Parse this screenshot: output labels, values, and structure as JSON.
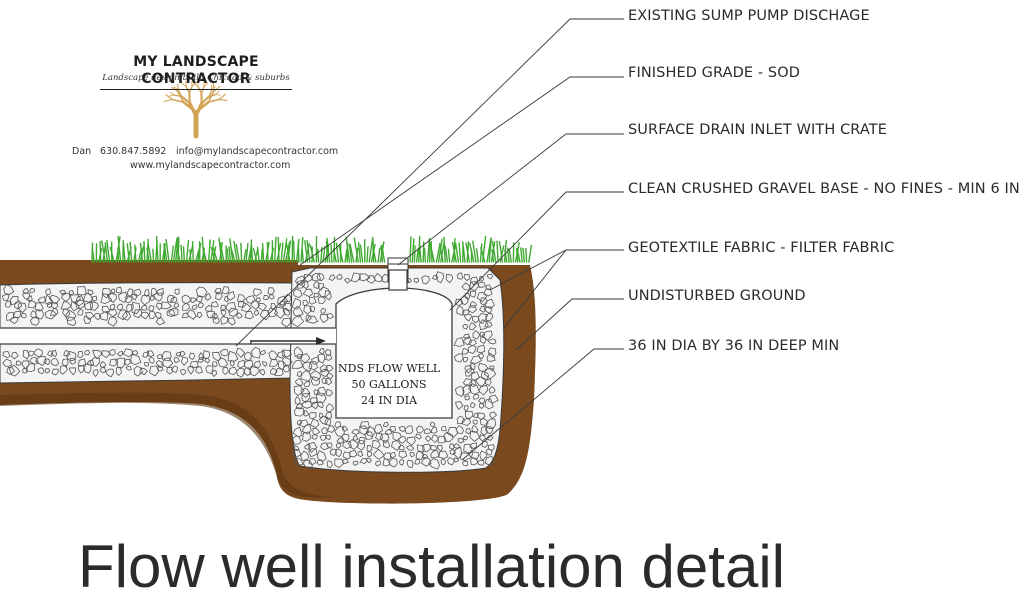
{
  "logo": {
    "name": "MY LANDSCAPE CONTRACTOR",
    "tagline": "Landscape design/build Chicago & suburbs",
    "contact_name": "Dan",
    "phone": "630.847.5892",
    "email": "info@mylandscapecontractor.com",
    "website": "www.mylandscapecontractor.com"
  },
  "callouts": [
    "EXISTING SUMP PUMP DISCHAGE",
    "FINISHED GRADE - SOD",
    "SURFACE DRAIN INLET WITH CRATE",
    "CLEAN CRUSHED GRAVEL BASE - NO FINES - MIN 6 IN",
    "GEOTEXTILE FABRIC - FILTER FABRIC",
    "UNDISTURBED GROUND",
    "36 IN DIA BY 36 IN DEEP MIN"
  ],
  "well": {
    "line1": "NDS FLOW WELL",
    "line2": "50 GALLONS",
    "line3": "24 IN DIA"
  },
  "caption": "Flow well installation detail",
  "colors": {
    "soil": "#7a4a1e",
    "soil_dark": "#5e3713",
    "grass": "#3fa830",
    "gravel": "#f4f4f4",
    "tree": "#d2a455"
  },
  "icons": [
    "tree-logo-icon",
    "grass-sod",
    "gravel-texture",
    "drain-pipe",
    "flow-arrow"
  ]
}
